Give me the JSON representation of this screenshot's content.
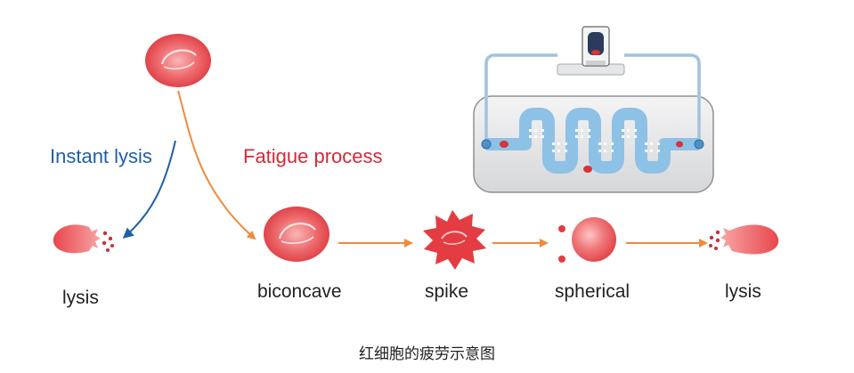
{
  "labels": {
    "instant": "Instant lysis",
    "fatigue": "Fatigue process",
    "lysis_left": "lysis",
    "biconcave": "biconcave",
    "spike": "spike",
    "spherical": "spherical",
    "lysis_right": "lysis"
  },
  "caption": "红细胞的疲劳示意图",
  "colors": {
    "instant": "#1f5fa8",
    "fatigue": "#d42a36",
    "arrow_orange": "#f08a3c",
    "cell_red": "#e8474c",
    "cell_light": "#f6a1a1",
    "channel_blue": "#8ec1e6",
    "device_gray": "#d9dadc"
  },
  "icons": [
    "red-blood-cell-icon",
    "lysed-cell-icon",
    "spike-cell-icon",
    "spherical-cell-icon",
    "microfluidic-device-icon",
    "microscope-icon"
  ]
}
